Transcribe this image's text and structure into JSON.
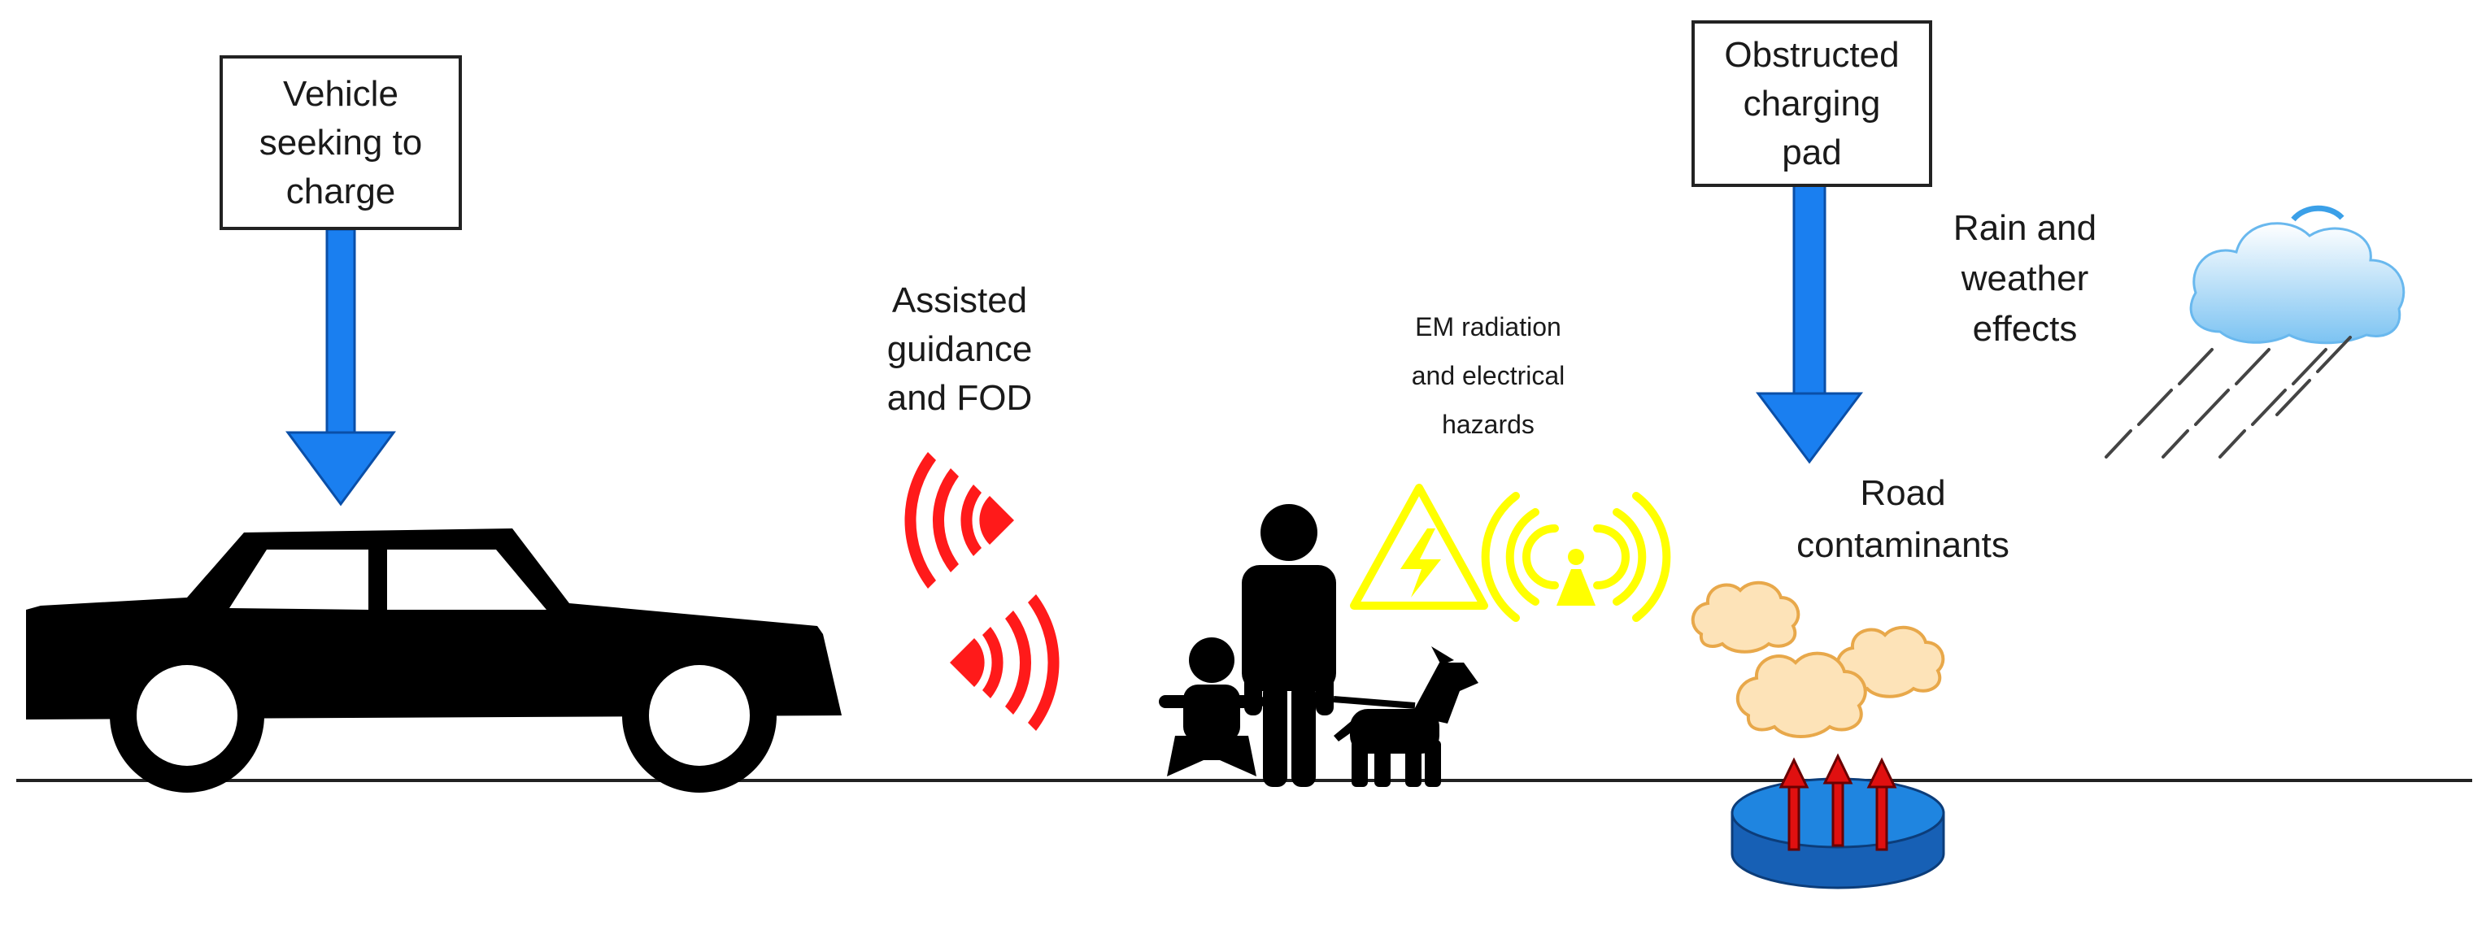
{
  "labels": {
    "vehicle": [
      "Vehicle",
      "seeking to",
      "charge"
    ],
    "guidance": [
      "Assisted",
      "guidance",
      "and FOD"
    ],
    "em": [
      "EM radiation",
      "and electrical",
      "hazards"
    ],
    "obstructed": [
      "Obstructed",
      "charging",
      "pad"
    ],
    "weather": [
      "Rain and",
      "weather",
      "effects"
    ],
    "contaminants": [
      "Road",
      "contaminants"
    ]
  },
  "icons": {
    "car": "car-icon",
    "wireless_signal": "wireless-signal-icon",
    "people": "pedestrian-child-dog-icon",
    "hazard": "electrical-hazard-icon",
    "antenna": "radio-antenna-icon",
    "cloud": "rain-cloud-icon",
    "pad": "charging-pad-icon",
    "dust": "dust-cloud-icon"
  },
  "colors": {
    "arrow_blue": "#1a7ff0",
    "signal_red": "#ff1a1a",
    "hazard_yellow": "#ffff00",
    "pad_blue": "#1f85e0",
    "dust_fill": "#fde3b8",
    "dust_edge": "#e8a84a",
    "field_arrow": "#e01010"
  }
}
